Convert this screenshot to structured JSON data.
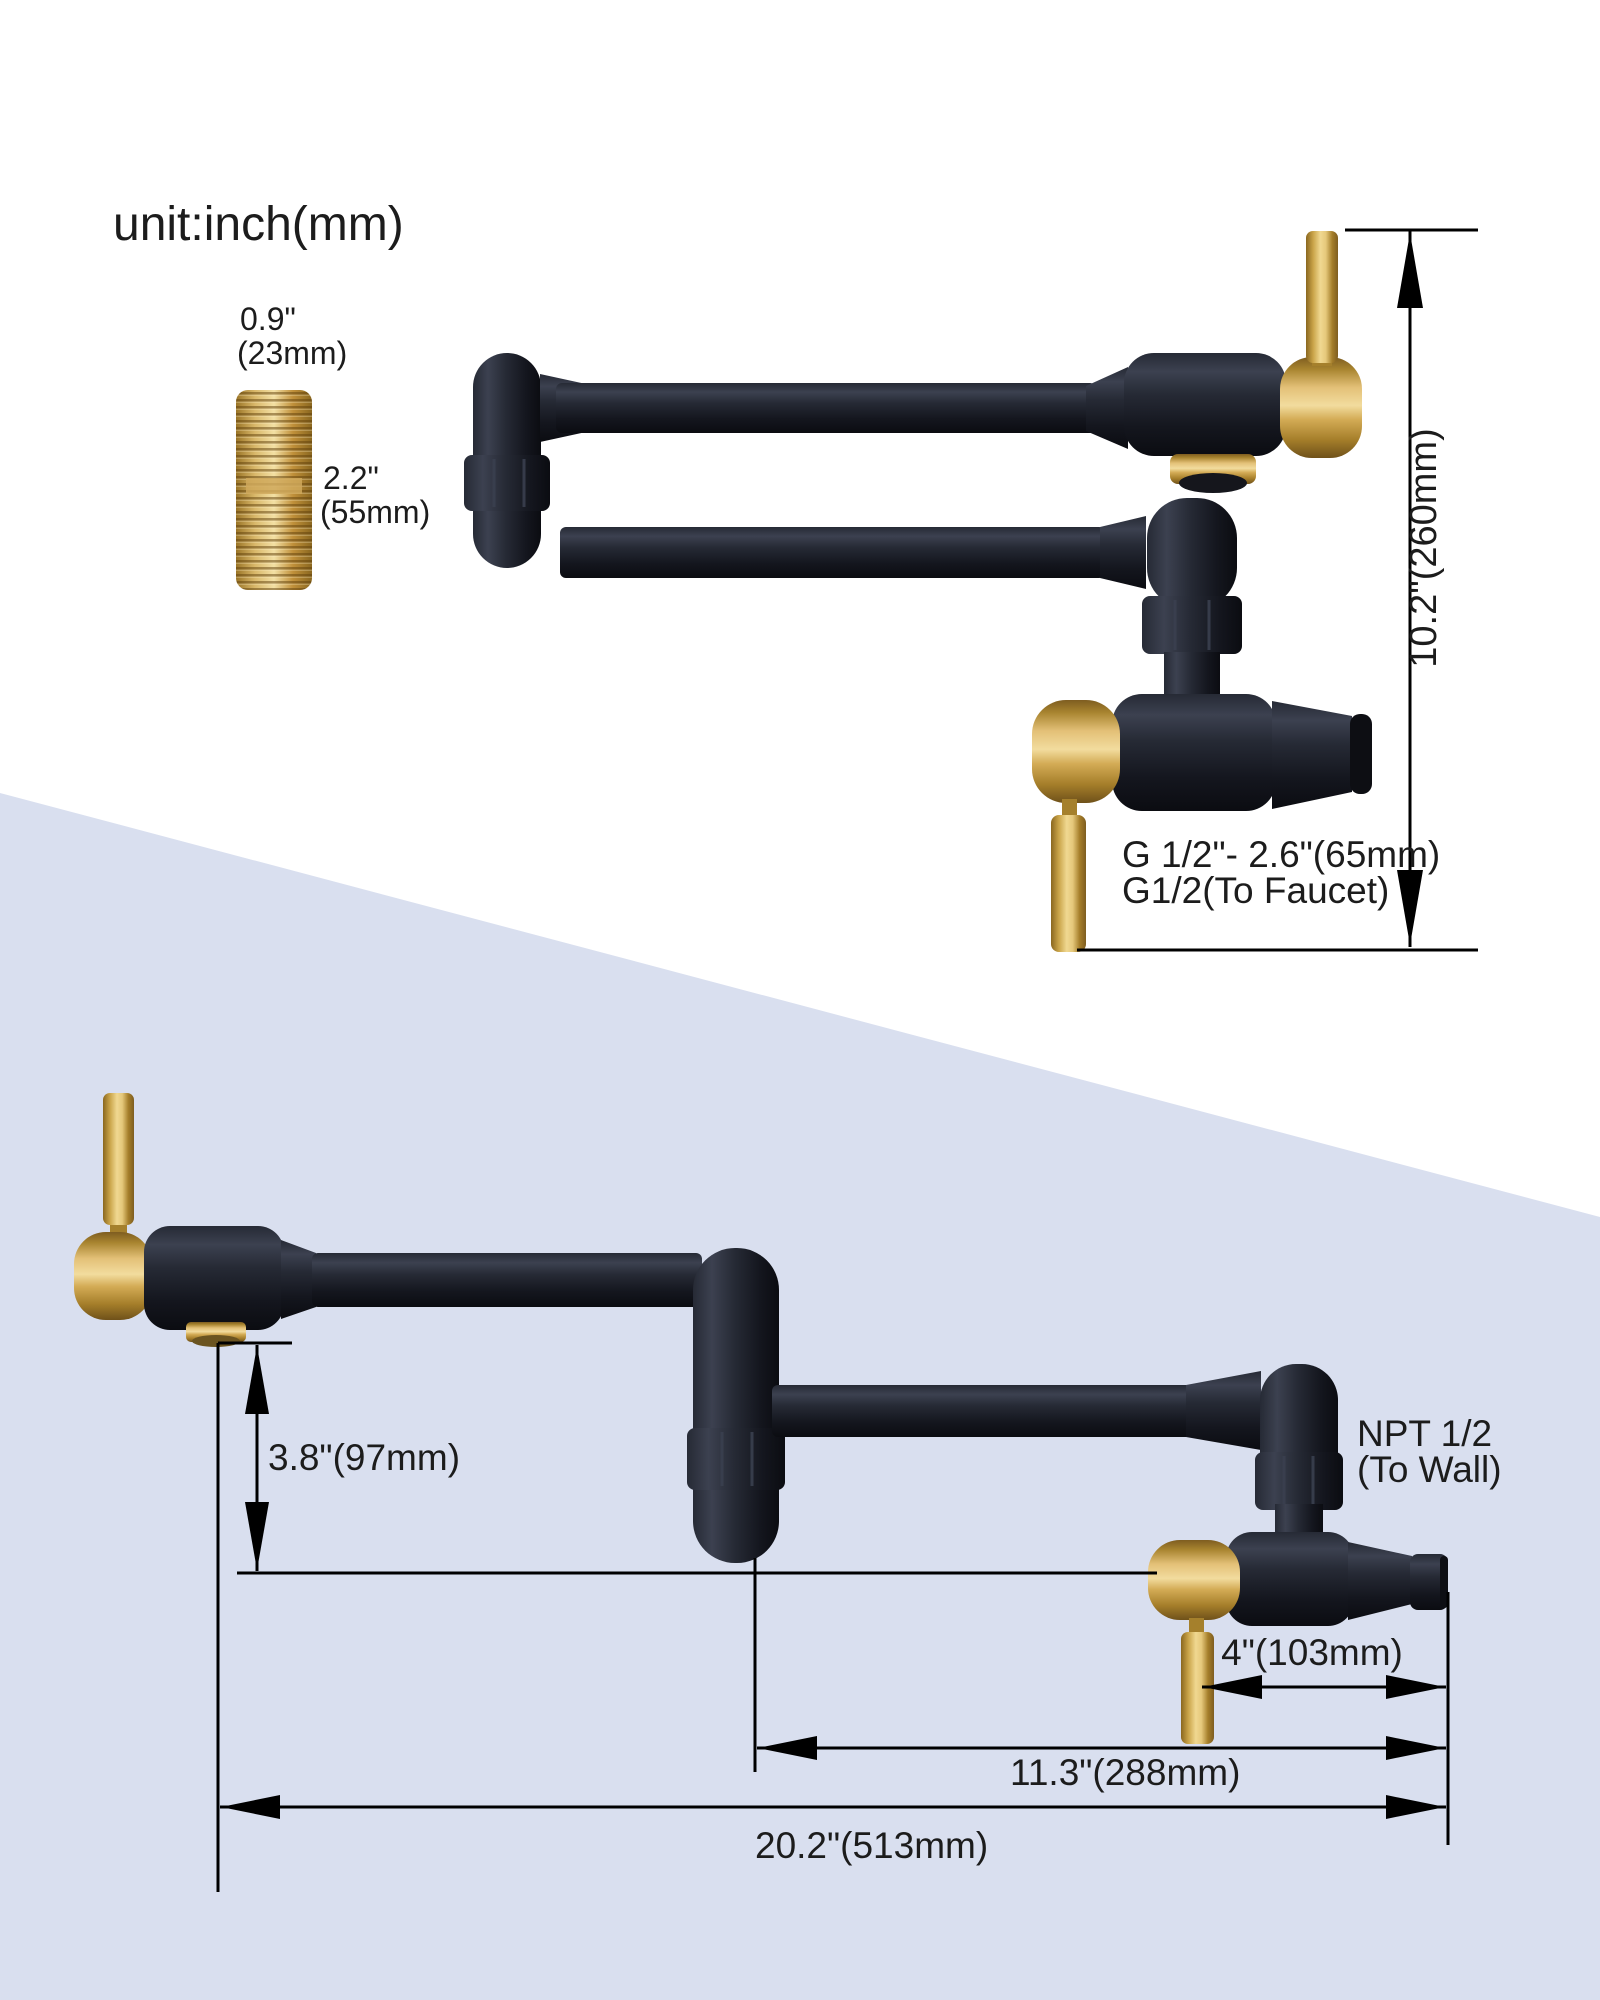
{
  "title": "Pot filler faucet dimension diagram",
  "unit_label": "unit:inch(mm)",
  "colors": {
    "canvas": "#ffffff",
    "panel": "#d9dfef",
    "gold": "#c9a348",
    "metal_black": "#14161e",
    "dim_line": "#000000",
    "text": "#1c1c1c"
  },
  "adapter": {
    "diameter_line1": "0.9\"",
    "diameter_line2": "(23mm)",
    "length_line1": "2.2\"",
    "length_line2": "(55mm)"
  },
  "top_view": {
    "height_dim": "10.2\"(260mm)",
    "inlet_line1": "G 1/2\"- 2.6\"(65mm)",
    "inlet_line2": "G1/2(To Faucet)"
  },
  "side_view": {
    "spout_drop_dim": "3.8\"(97mm)",
    "wall_line1": "NPT 1/2",
    "wall_line2": "(To Wall)",
    "handle_clearance_dim": "4\"(103mm)",
    "second_arm_dim": "11.3\"(288mm)",
    "total_reach_dim": "20.2\"(513mm)"
  }
}
